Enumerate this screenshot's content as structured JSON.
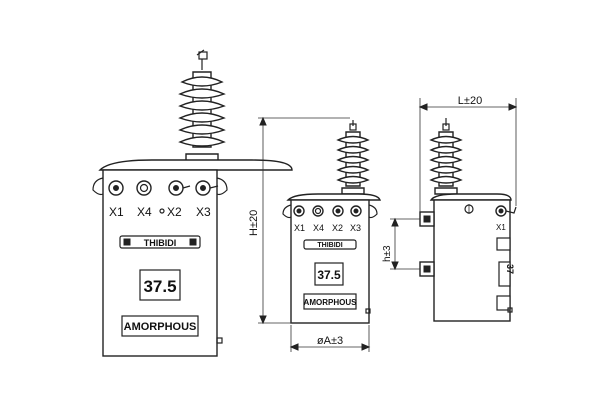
{
  "views": {
    "front_large": {
      "terminal_labels": [
        "X1",
        "X4",
        "X2",
        "X3"
      ],
      "nameplate": "THIBIDI",
      "rating": "37.5",
      "type_label": "AMORPHOUS"
    },
    "front_small": {
      "terminal_labels": [
        "X1",
        "X4",
        "X2",
        "X3"
      ],
      "nameplate": "THIBIDI",
      "rating": "37.5",
      "type_label": "AMORPHOUS"
    },
    "side": {
      "terminal_label": "X1",
      "rating_partial": "37"
    }
  },
  "dimensions": {
    "height": "H±20",
    "diameter": "øA±3",
    "length": "L±20",
    "hook_height": "h±3"
  }
}
